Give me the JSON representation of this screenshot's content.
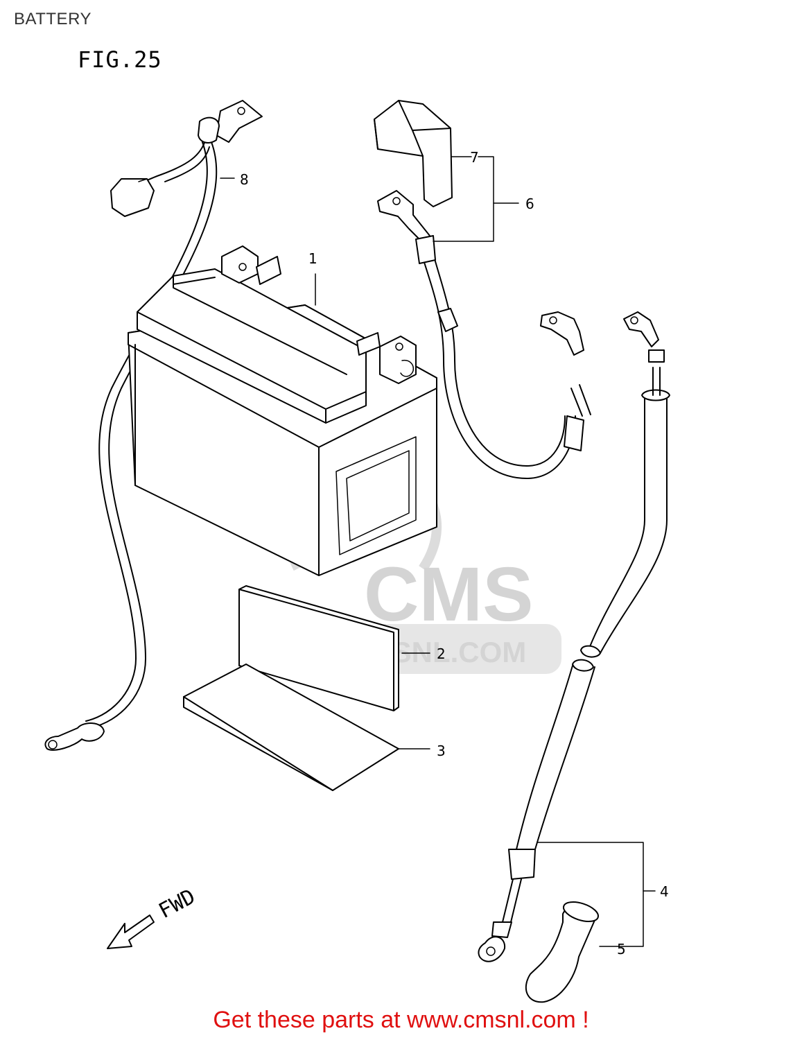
{
  "page": {
    "title": "BATTERY"
  },
  "figure": {
    "label": "FIG.25",
    "direction_label": "FWD"
  },
  "callouts": [
    {
      "id": "1",
      "label": "1"
    },
    {
      "id": "2",
      "label": "2"
    },
    {
      "id": "3",
      "label": "3"
    },
    {
      "id": "4",
      "label": "4"
    },
    {
      "id": "5",
      "label": "5"
    },
    {
      "id": "6",
      "label": "6"
    },
    {
      "id": "7",
      "label": "7"
    },
    {
      "id": "8",
      "label": "8"
    }
  ],
  "watermark": {
    "brand": "CMS",
    "url": "WWW.CMSNL.COM"
  },
  "footer": {
    "text": "Get these parts at www.cmsnl.com !"
  },
  "colors": {
    "footer": "#e01010",
    "watermark": "#d4d4d4",
    "line": "#000000"
  }
}
